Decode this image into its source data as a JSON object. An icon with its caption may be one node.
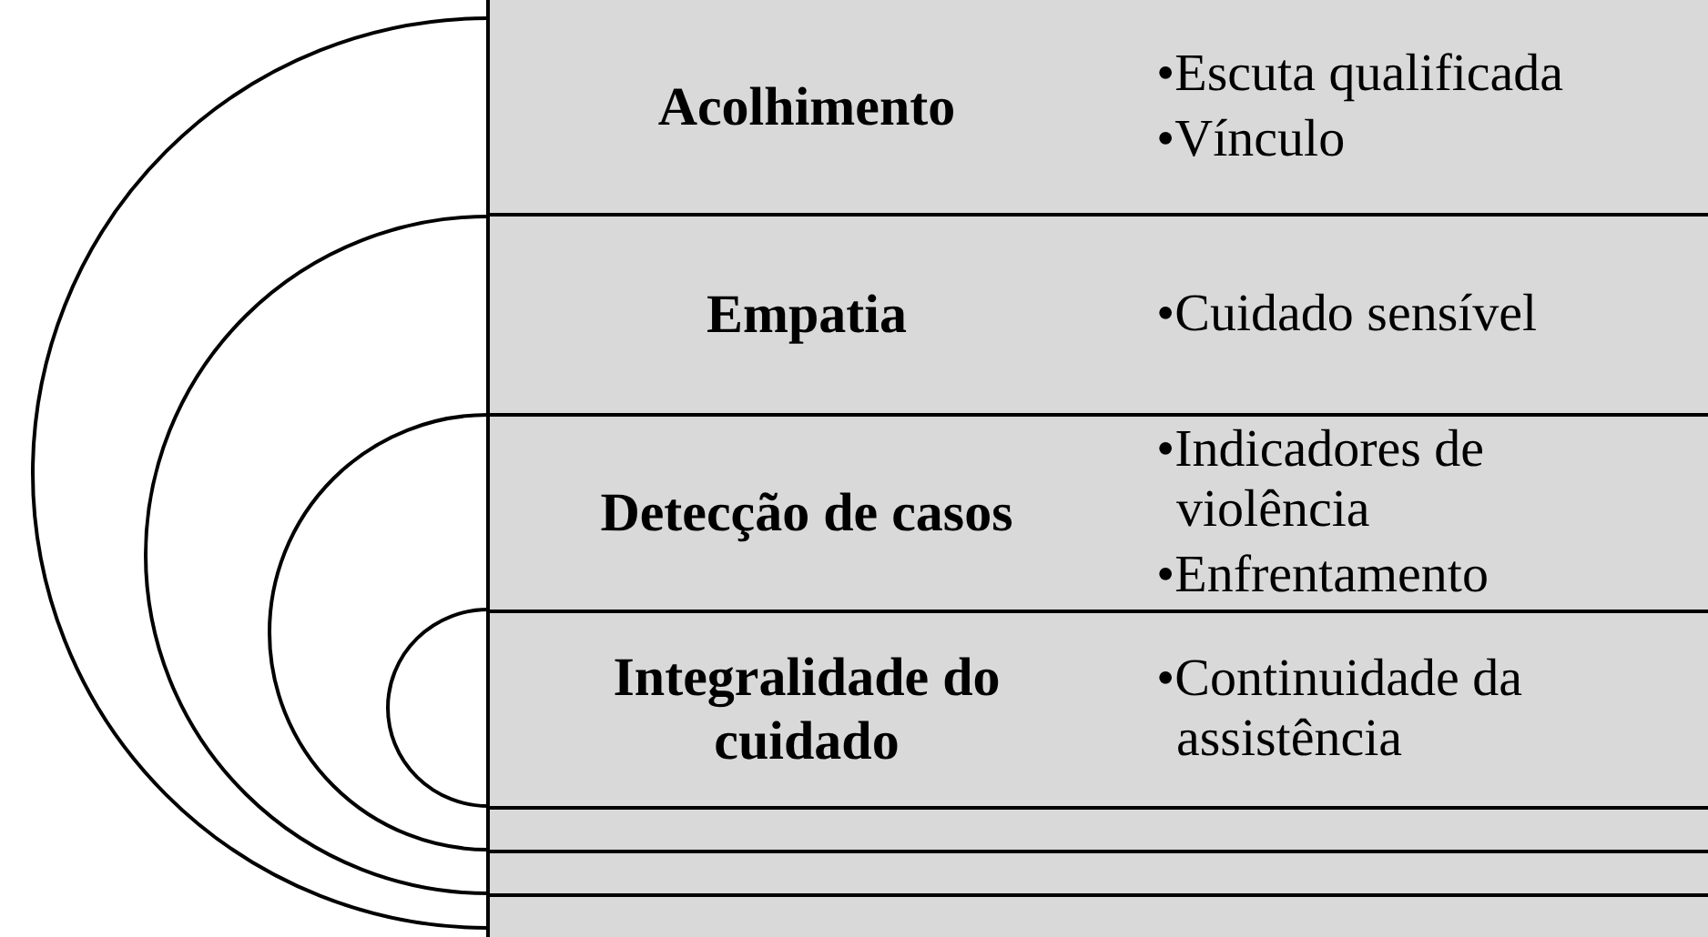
{
  "diagram": {
    "nodes": [
      {
        "text": [
          "Acolhimento",
          "•Escuta qualificada",
          "•Vínculo"
        ]
      },
      {
        "text": [
          "Empatia",
          "•Cuidado sensível"
        ]
      },
      {
        "text": [
          "Detecção de casos",
          "•Indicadores de violência",
          "•Enfrentamento"
        ]
      },
      {
        "text": [
          "Integralidade do cuidado",
          "•Continuidade da assistência"
        ]
      },
      {
        "text": [],
        "shape": "bar"
      },
      {
        "text": [],
        "shape": "bar"
      },
      {
        "text": [],
        "shape": "bar"
      }
    ]
  }
}
